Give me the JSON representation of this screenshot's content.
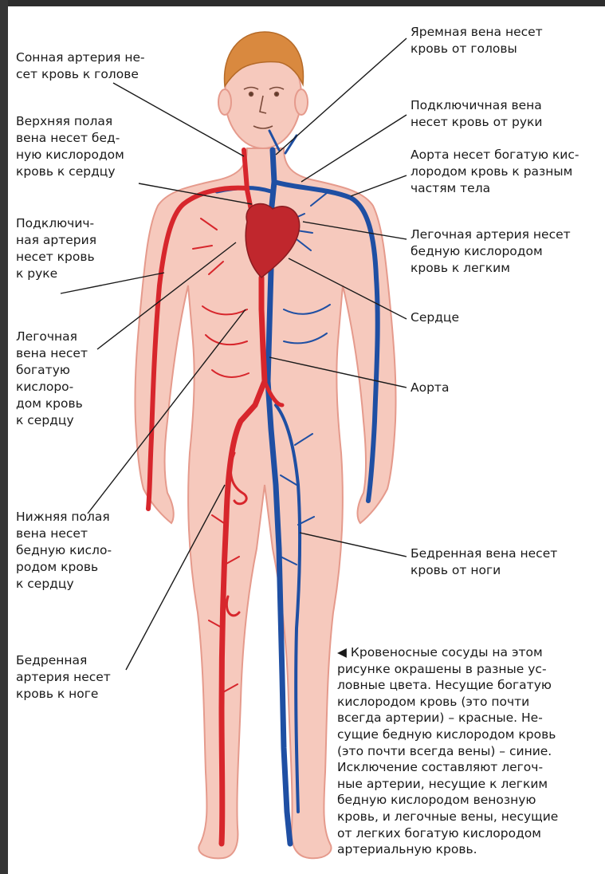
{
  "labels": {
    "carotid": "Сонная артерия не-\nсет кровь к голове",
    "svc": "Верхняя полая\nвена несет бед-\nную кислородом\nкровь к сердцу",
    "subclavian_artery": "Подключич-\nная артерия\nнесет кровь\nк руке",
    "pulmonary_vein": "Легочная\nвена несет\nбогатую\nкислоро-\nдом кровь\nк сердцу",
    "ivc": "Нижняя полая\nвена несет\nбедную кисло-\nродом кровь\nк сердцу",
    "femoral_artery": "Бедренная\nартерия несет\nкровь к ноге",
    "jugular": "Яремная вена несет\nкровь от головы",
    "subclavian_vein": "Подключичная вена\nнесет кровь от руки",
    "aorta_desc": "Аорта несет богатую кис-\nлородом кровь к разным\nчастям тела",
    "pulmonary_artery": "Легочная артерия несет\nбедную кислородом\nкровь к легким",
    "heart": "Сердце",
    "aorta": "Аорта",
    "femoral_vein": "Бедренная вена несет\nкровь от ноги"
  },
  "note": {
    "marker": "◀",
    "text": " Кровеносные сосуды на этом\nрисунке окрашены в разные ус-\nловные цвета. Несущие богатую\nкислородом кровь (это почти\nвсегда артерии) – красные. Не-\nсущие бедную кислородом кровь\n(это почти всегда вены) – синие.\nИсключение составляют легоч-\nные артерии, несущие к легким\nбедную кислородом венозную\nкровь, и легочные вены, несущие\nот легких богатую кислородом\nартериальную кровь."
  },
  "colors": {
    "artery": "#d7262c",
    "vein": "#1f4fa3",
    "skin": "#f6c9bd",
    "skin_outline": "#e59a8c",
    "heart": "#c0272d",
    "hair": "#d9893f",
    "leader_line": "#1a1a1a"
  }
}
